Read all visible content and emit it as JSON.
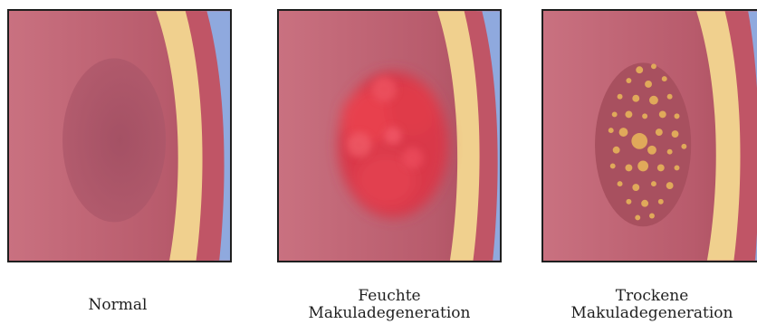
{
  "colors": {
    "tissue": "#c4686f",
    "tissue_dark": "#a84b5a",
    "layer_pale": "#f0d08e",
    "layer_red": "#c05566",
    "vitreous_blue": "#8fa9de",
    "hemorrhage": "#e03040",
    "drusen": "#e0a95a",
    "border": "#1f1f1f"
  },
  "panels": [
    {
      "condition": "normal",
      "caption_lines": [
        "Normal"
      ]
    },
    {
      "condition": "wet",
      "caption_lines": [
        "Feuchte",
        "Makuladegeneration"
      ]
    },
    {
      "condition": "dry",
      "caption_lines": [
        "Trockene",
        "Makuladegeneration"
      ]
    }
  ]
}
